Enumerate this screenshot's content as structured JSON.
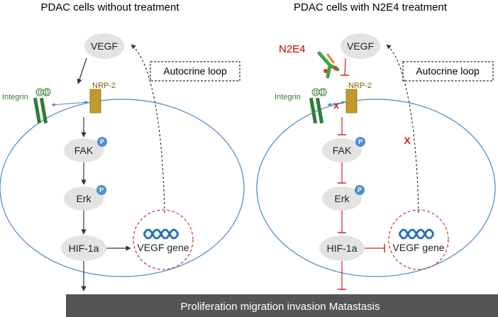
{
  "left_panel": {
    "title": "PDAC cells without treatment",
    "vegf": "VEGF",
    "autocrine": "Autocrine loop",
    "integrin": "Integrin",
    "alpha": "α",
    "beta": "β",
    "nrp2": "NRP-2",
    "fak": "FAK",
    "erk": "Erk",
    "hif": "HIF-1a",
    "vegf_gene": "VEGF gene",
    "phospho": "P"
  },
  "right_panel": {
    "title": "PDAC cells with N2E4 treatment",
    "drug": "N2E4",
    "vegf": "VEGF",
    "autocrine": "Autocrine loop",
    "integrin": "Integrin",
    "alpha": "α",
    "beta": "β",
    "nrp2": "NRP-2",
    "fak": "FAK",
    "erk": "Erk",
    "hif": "HIF-1a",
    "vegf_gene": "VEGF gene",
    "phospho": "P",
    "block_mark": "x",
    "block_mark_loop": "X"
  },
  "bottom_bar": {
    "text": "Proliferation  migration invasion Matastasis"
  },
  "colors": {
    "node_fill": "#e3e3e3",
    "membrane": "#4a86c8",
    "integrin": "#2e7d32",
    "nrp2": "#c19a2b",
    "phospho": "#4a8fd0",
    "inhibit": "#d62020",
    "bar": "#555555"
  }
}
